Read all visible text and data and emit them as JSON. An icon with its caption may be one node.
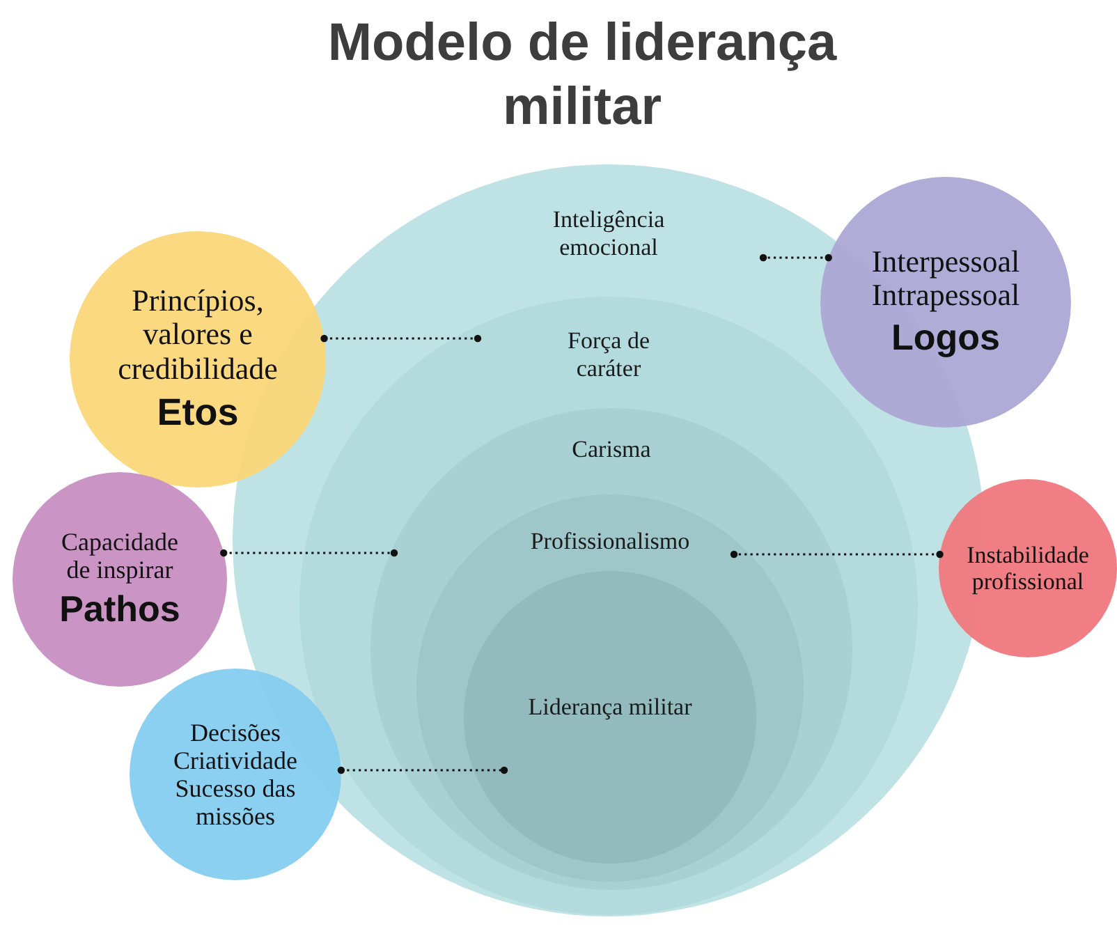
{
  "diagram": {
    "title": "Modelo de liderança militar",
    "nodes": [
      {
        "text": [
          "Princípios, valores e credibilidade",
          "Etos"
        ]
      },
      {
        "text": [
          "Inteligência emocional"
        ]
      },
      {
        "text": [
          "Força de caráter"
        ],
        "in": 1
      },
      {
        "text": [
          "Carisma"
        ],
        "in": 2
      },
      {
        "text": [
          "Profissionalismo"
        ],
        "in": 3
      },
      {
        "text": [
          "Liderança militar"
        ],
        "in": 4
      },
      {
        "text": [
          "Interpessoal Intrapessoal",
          "Logos"
        ]
      },
      {
        "text": [
          "Capacidade de inspirar",
          "Pathos"
        ]
      },
      {
        "text": [
          "Instabilidade profissional"
        ]
      },
      {
        "text": [
          "Decisões Criatividade Sucesso das missões"
        ]
      }
    ],
    "edges": [
      {
        "from": 0,
        "to": 2,
        "arrow": "other"
      },
      {
        "from": 6,
        "to": 1,
        "arrow": "other"
      },
      {
        "from": 7,
        "to": 3,
        "arrow": "other"
      },
      {
        "from": 8,
        "to": 4,
        "arrow": "other"
      },
      {
        "from": 9,
        "to": 5,
        "arrow": "other"
      }
    ]
  }
}
